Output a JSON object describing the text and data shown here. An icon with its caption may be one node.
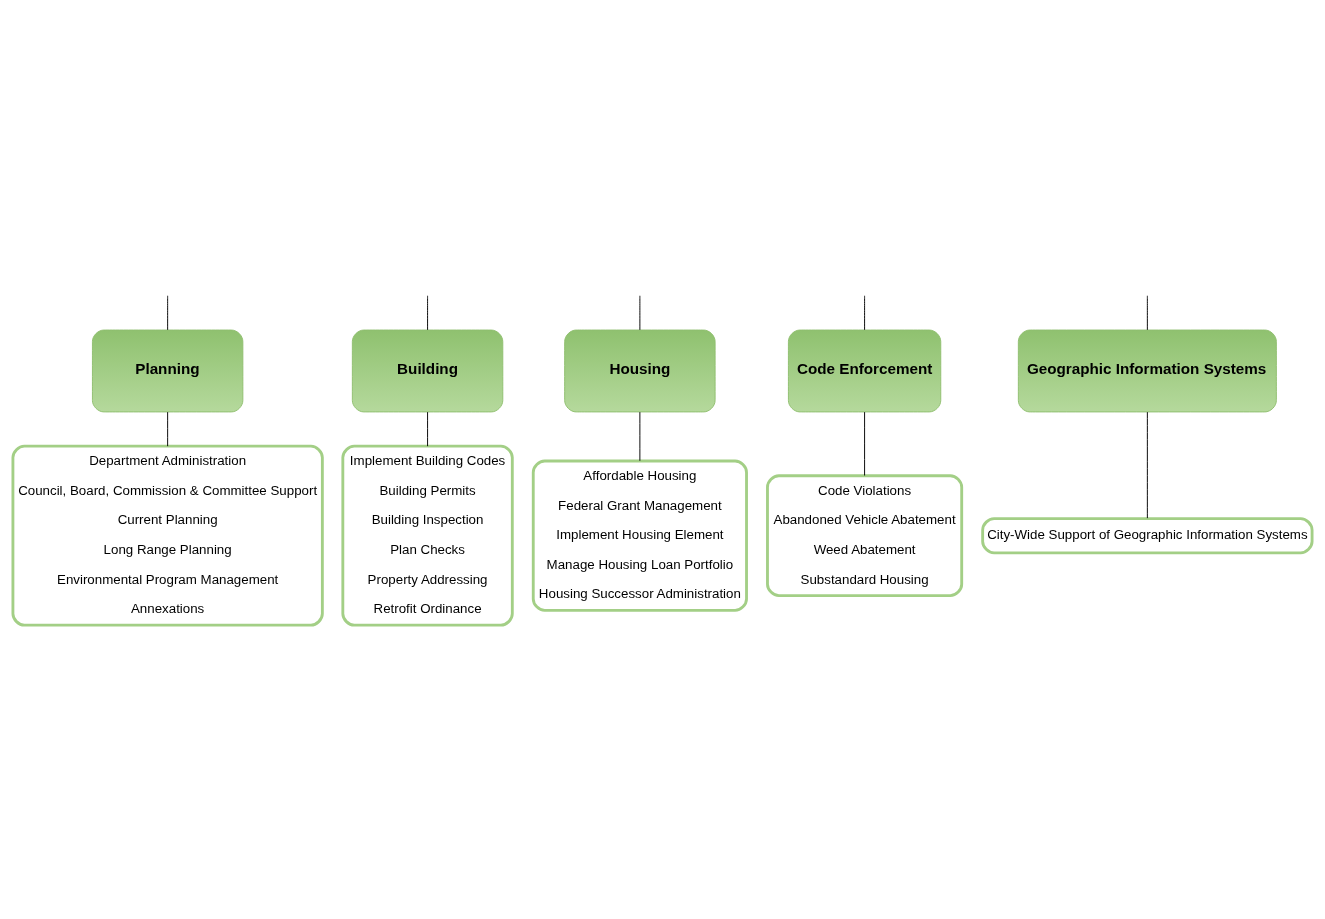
{
  "diagram": {
    "nodes": [
      {
        "text": [
          "Planning"
        ]
      },
      {
        "text": [
          "Building"
        ]
      },
      {
        "text": [
          "Housing"
        ]
      },
      {
        "text": [
          "Code Enforcement"
        ]
      },
      {
        "text": [
          "Geographic Information Systems"
        ]
      },
      {
        "text": [
          "Department Administration",
          "Council, Board, Commission & Committee Support",
          "Current Planning",
          "Long Range Planning",
          "Environmental Program Management",
          "Annexations"
        ]
      },
      {
        "text": [
          "Implement Building Codes",
          "Building Permits",
          "Building Inspection",
          "Plan Checks",
          "Property Addressing",
          "Retrofit Ordinance"
        ]
      },
      {
        "text": [
          "Affordable Housing",
          "Federal Grant Management",
          "Implement Housing Element",
          "Manage Housing Loan Portfolio",
          "Housing Successor Administration"
        ]
      },
      {
        "text": [
          "Code Violations",
          "Abandoned Vehicle Abatement",
          "Weed Abatement",
          "Substandard Housing"
        ]
      },
      {
        "text": [
          "City-Wide Support of Geographic Information Systems"
        ]
      }
    ],
    "edges": [
      {
        "from": null,
        "to": 0,
        "arrow": "none"
      },
      {
        "from": null,
        "to": 1,
        "arrow": "none"
      },
      {
        "from": null,
        "to": 2,
        "arrow": "none"
      },
      {
        "from": null,
        "to": 3,
        "arrow": "none"
      },
      {
        "from": null,
        "to": 4,
        "arrow": "none"
      },
      {
        "from": 0,
        "to": 5,
        "arrow": "none"
      },
      {
        "from": 1,
        "to": 6,
        "arrow": "none"
      },
      {
        "from": 2,
        "to": 7,
        "arrow": "none"
      },
      {
        "from": 3,
        "to": 8,
        "arrow": "none"
      },
      {
        "from": 4,
        "to": 9,
        "arrow": "none"
      }
    ]
  }
}
